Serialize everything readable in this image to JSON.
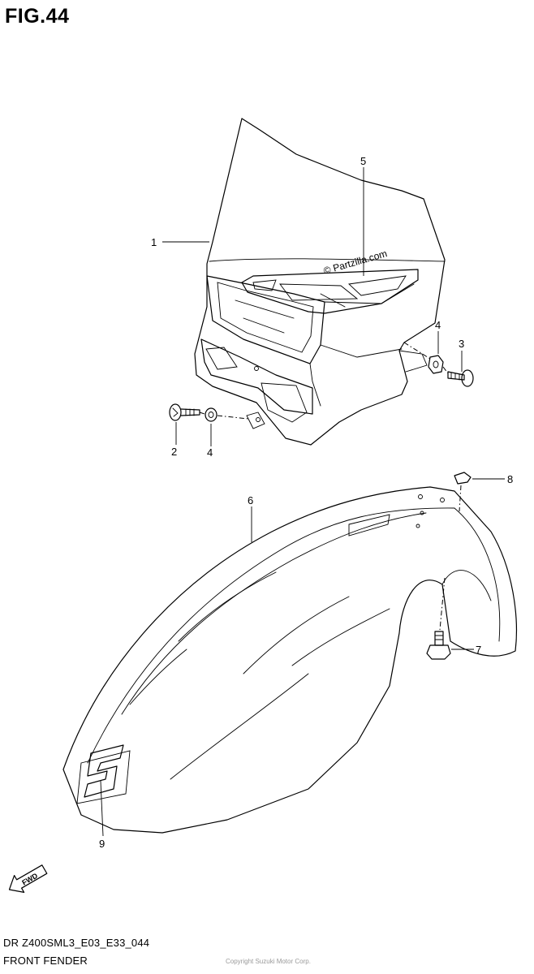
{
  "figure": {
    "title": "FIG.44",
    "drawing_code": "DR Z400SML3_E03_E33_044",
    "section_name": "FRONT FENDER",
    "watermark": "© Partzilla.com",
    "footer_faint": "Copyright Suzuki Motor Corp."
  },
  "parts": [
    {
      "ref": "1",
      "name": "headlight housing"
    },
    {
      "ref": "2",
      "name": "bolt"
    },
    {
      "ref": "3",
      "name": "bolt"
    },
    {
      "ref": "4",
      "name": "cushion"
    },
    {
      "ref": "4",
      "name": "cushion"
    },
    {
      "ref": "5",
      "name": "emblem decal"
    },
    {
      "ref": "6",
      "name": "front fender"
    },
    {
      "ref": "7",
      "name": "bolt"
    },
    {
      "ref": "8",
      "name": "nut"
    },
    {
      "ref": "9",
      "name": "fender emblem"
    }
  ],
  "arrow": {
    "label": "FWD"
  }
}
